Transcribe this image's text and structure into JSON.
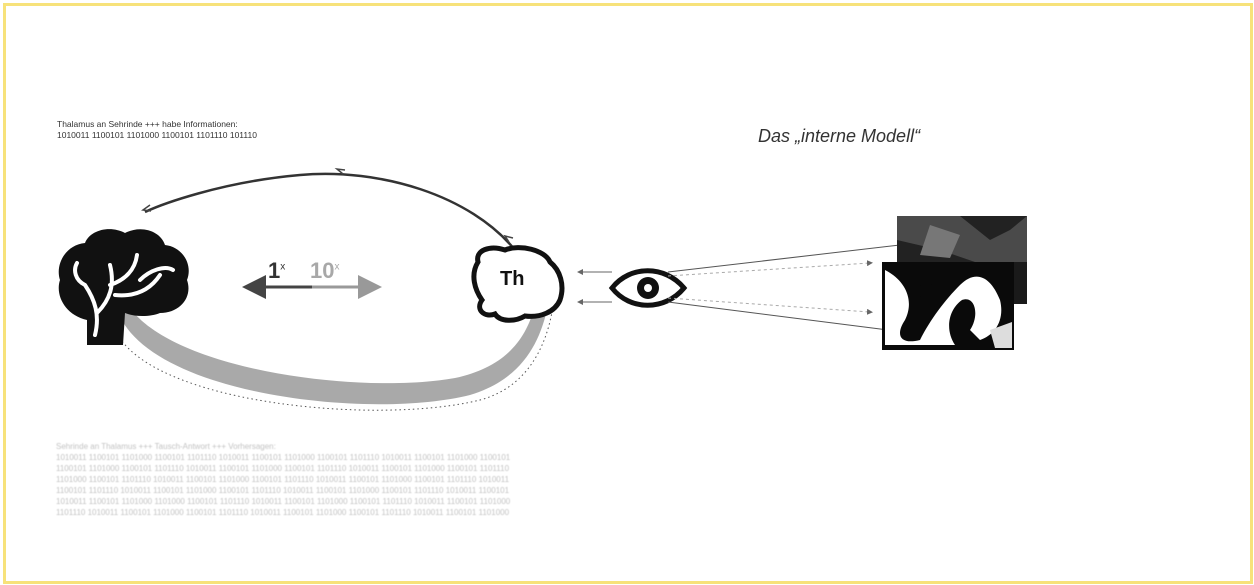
{
  "top_caption": {
    "line1": "Thalamus an Sehrinde +++ habe Informationen:",
    "line2": "1010011 1100101 1101000 1100101 1101110 101110"
  },
  "model_title": "Das „interne Modell“",
  "ratio": {
    "label_1": "1",
    "suffix_1": "x",
    "label_10": "10",
    "suffix_10": "x"
  },
  "thalamus_label": "Th",
  "bottom_caption": {
    "title": "Sehrinde an Thalamus +++ Tausch-Antwort +++ Vorhersagen:",
    "lines": [
      "1010011 1100101 1101000 1100101 1101110 1010011 1100101 1101000 1100101 1101110 1010011 1100101 1101000 1100101",
      "1100101 1101000 1100101 1101110 1010011 1100101 1101000 1100101 1101110 1010011 1100101 1101000 1100101 1101110",
      "1101000 1100101 1101110 1010011 1100101 1101000 1100101 1101110 1010011 1100101 1101000 1100101 1101110 1010011",
      "1100101 1101110 1010011 1100101 1101000 1100101 1101110 1010011 1100101 1101000 1100101 1101110 1010011 1100101",
      "1010011 1100101 1101000 1101000 1100101 1101110 1010011 1100101 1101000 1100101 1101110 1010011 1100101 1101000",
      "1101110 1010011 1100101 1101000 1100101 1101110 1010011 1100101 1101000 1100101 1101110 1010011 1100101 1101000"
    ]
  }
}
